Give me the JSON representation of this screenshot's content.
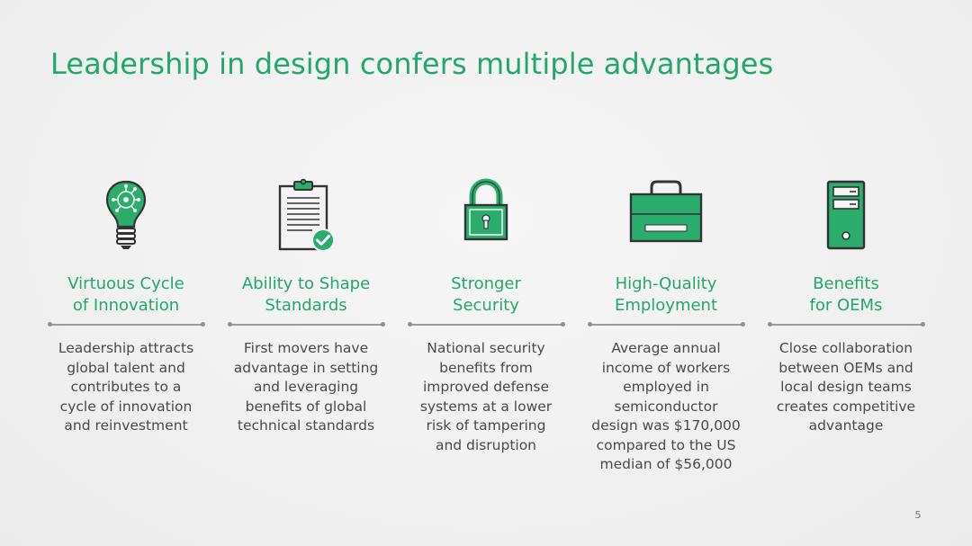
{
  "slide": {
    "title": "Leadership in design confers multiple advantages",
    "page_number": "5",
    "accent_color": "#22a86a",
    "columns": [
      {
        "icon": "lightbulb-circuit-icon",
        "heading": "Virtuous Cycle\nof Innovation",
        "body": "Leadership attracts\nglobal talent and\ncontributes to a\ncycle of innovation\nand reinvestment"
      },
      {
        "icon": "clipboard-check-icon",
        "heading": "Ability to Shape\nStandards",
        "body": "First movers have\nadvantage in setting\nand leveraging\nbenefits of global\ntechnical standards"
      },
      {
        "icon": "padlock-icon",
        "heading": "Stronger\nSecurity",
        "body": "National security\nbenefits from\nimproved defense\nsystems at a lower\nrisk of tampering\nand disruption"
      },
      {
        "icon": "briefcase-icon",
        "heading": "High-Quality\nEmployment",
        "body": "Average annual\nincome of workers\nemployed in\nsemiconductor\ndesign was $170,000\ncompared to the US\nmedian of $56,000"
      },
      {
        "icon": "server-tower-icon",
        "heading": "Benefits\nfor OEMs",
        "body": "Close collaboration\nbetween OEMs and\nlocal design teams\ncreates competitive\nadvantage"
      }
    ]
  }
}
